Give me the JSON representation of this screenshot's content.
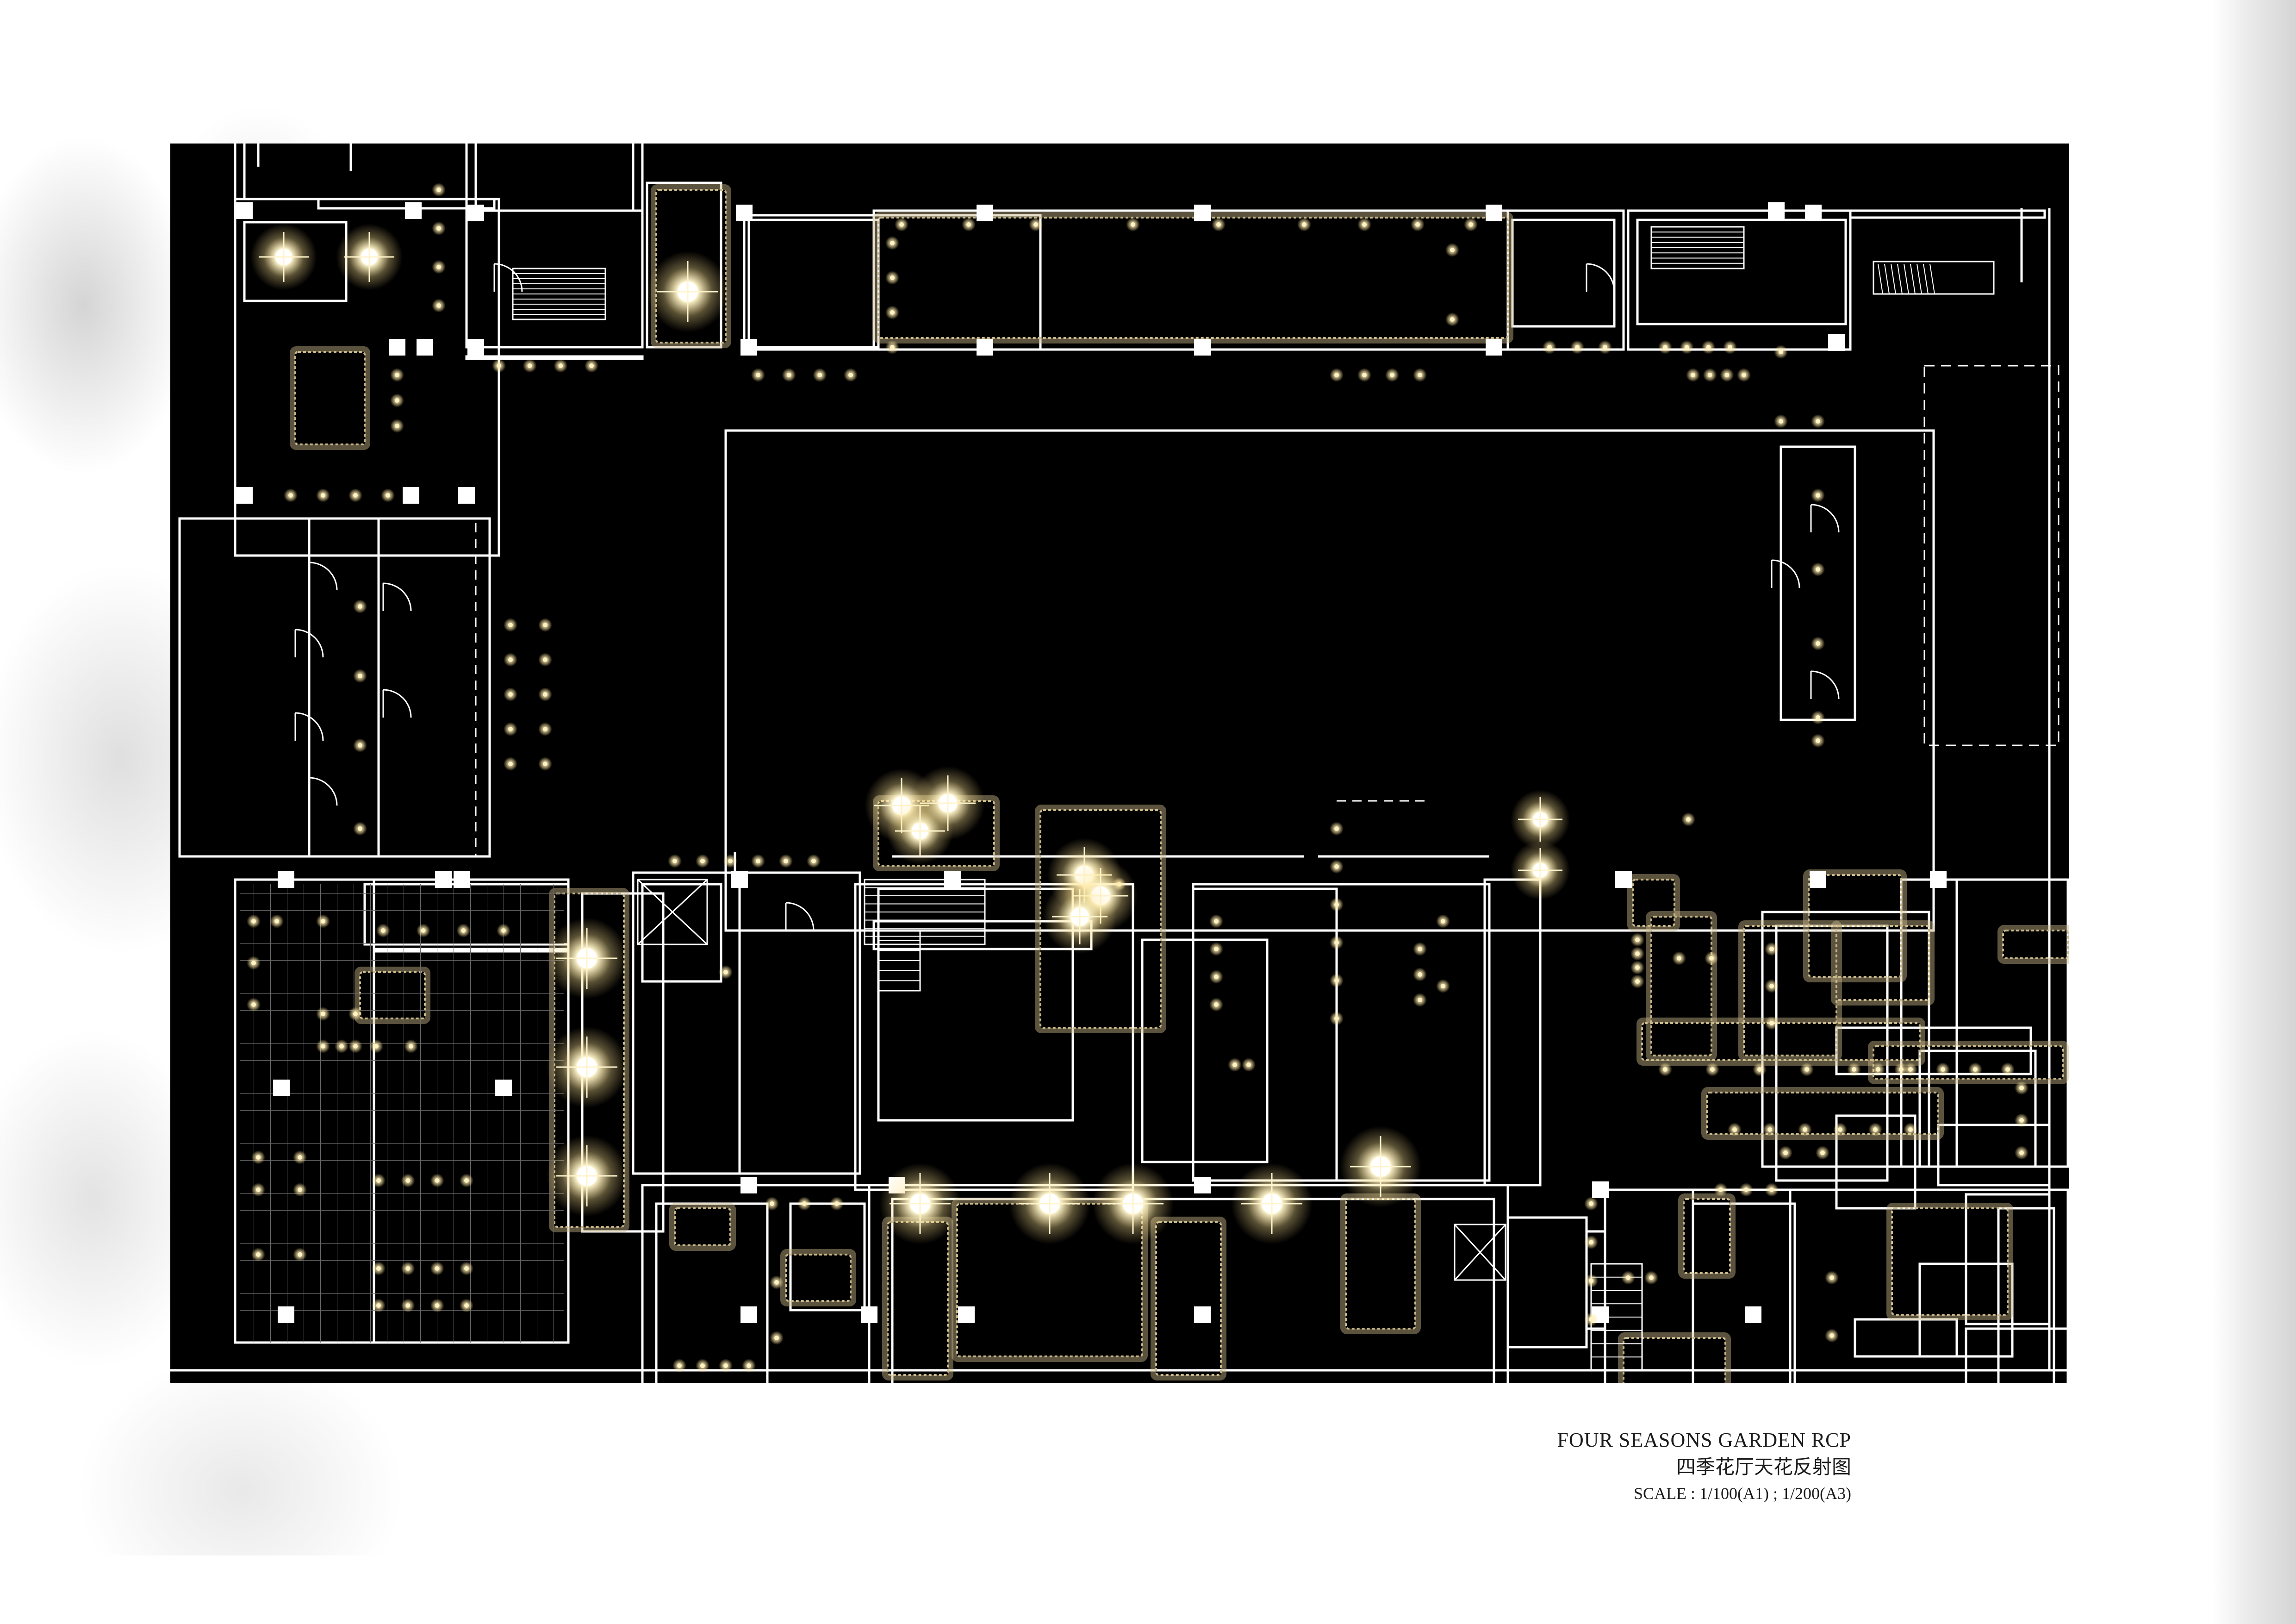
{
  "drawing": {
    "title_en": "FOUR SEASONS GARDEN RCP",
    "title_cn": "四季花厅天花反射图",
    "scale": "SCALE : 1/100(A1) ; 1/200(A3)"
  },
  "colors": {
    "sheet_background": "#ffffff",
    "plan_background": "#000000",
    "wall_line": "#ffffff",
    "cove_light": "#c9b98a",
    "downlight": "#fff3c4",
    "text": "#1a1a1a"
  },
  "icons": {
    "downlight": "downlight-icon",
    "chandelier": "chandelier-icon",
    "column": "column-icon",
    "door_swing": "door-swing-icon",
    "stair": "stair-icon",
    "elevator": "elevator-icon"
  }
}
